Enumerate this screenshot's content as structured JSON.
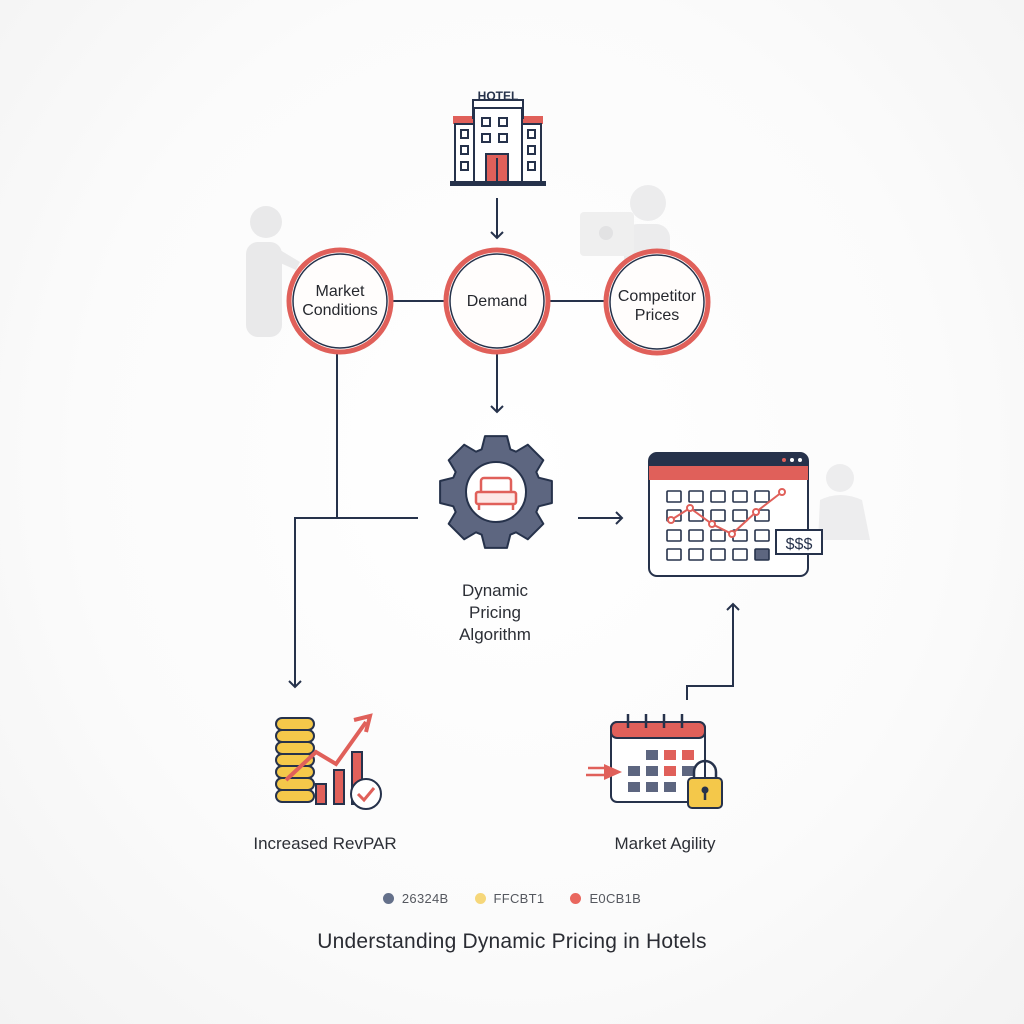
{
  "hotel": {
    "sign": "HOTEL"
  },
  "nodes": {
    "market_conditions": [
      "Market",
      "Conditions"
    ],
    "demand": "Demand",
    "competitor_prices": [
      "Competitor",
      "Prices"
    ]
  },
  "algorithm": {
    "label": [
      "Dynamic",
      "Pricing",
      "Algorithm"
    ]
  },
  "dashboard": {
    "price_tag": "$$$"
  },
  "outcomes": {
    "revpar": "Increased RevPAR",
    "agility": "Market Agility"
  },
  "legend": [
    {
      "label": "26324B",
      "color": "#64708a"
    },
    {
      "label": "FFCBT1",
      "color": "#f6d77a"
    },
    {
      "label": "E0CB1B",
      "color": "#e9675e"
    }
  ],
  "title": "Understanding Dynamic Pricing in Hotels",
  "colors": {
    "navy": "#26324b",
    "yellow": "#f4c84a",
    "red": "#e0605a",
    "slate": "#5d6680"
  }
}
